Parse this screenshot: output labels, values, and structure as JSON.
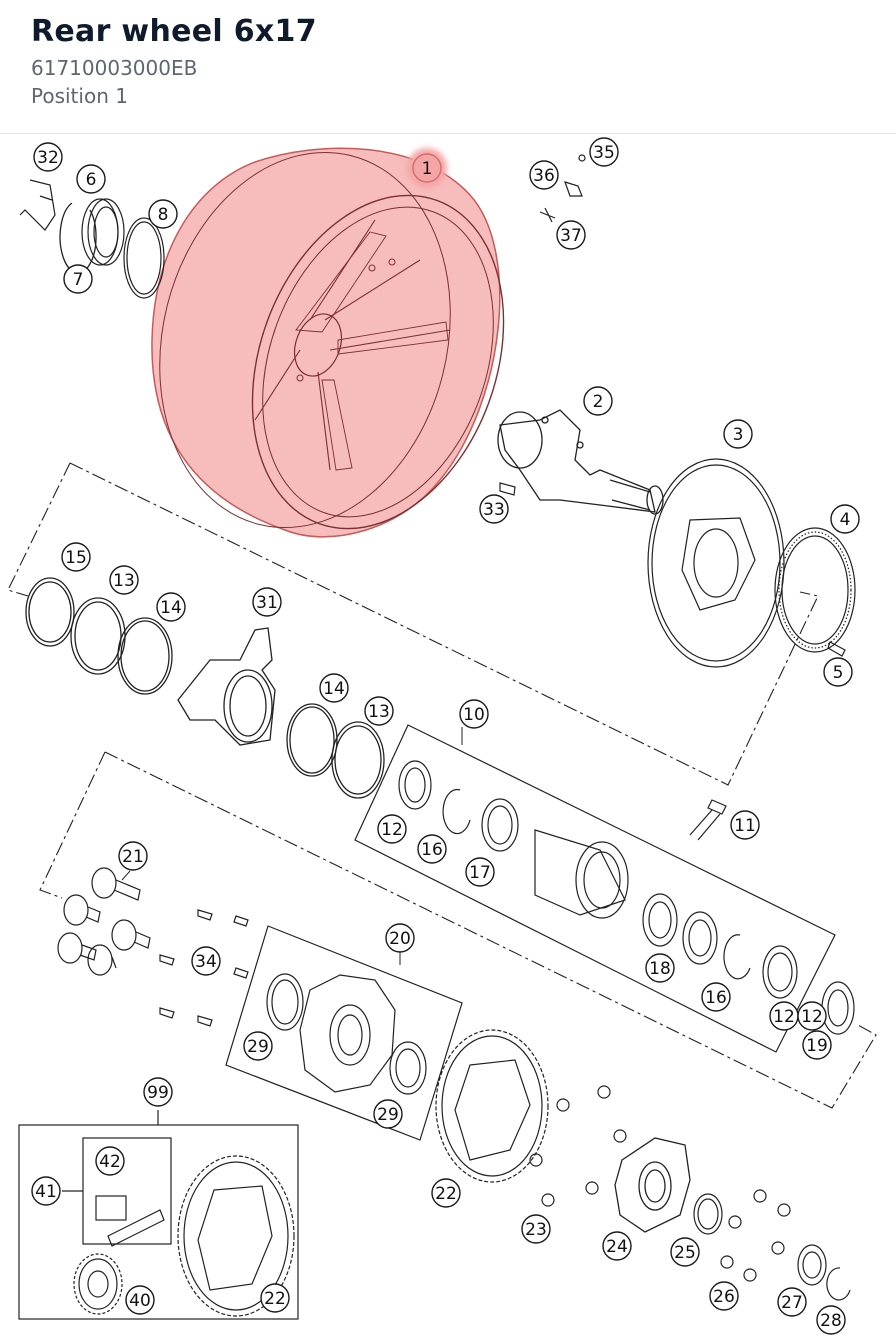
{
  "header": {
    "title": "Rear wheel 6x17",
    "part_number": "61710003000EB",
    "position": "Position 1"
  },
  "colors": {
    "highlight_fill": "#f4a6a6",
    "highlight_stroke": "#d86a6a",
    "line": "#1a1a1a"
  },
  "callouts": [
    "1",
    "2",
    "3",
    "4",
    "5",
    "6",
    "7",
    "8",
    "10",
    "11",
    "12",
    "12",
    "12",
    "13",
    "13",
    "14",
    "14",
    "15",
    "16",
    "16",
    "17",
    "18",
    "19",
    "20",
    "21",
    "22",
    "22",
    "23",
    "24",
    "25",
    "26",
    "27",
    "28",
    "29",
    "29",
    "31",
    "32",
    "33",
    "34",
    "35",
    "36",
    "37",
    "40",
    "41",
    "42",
    "99"
  ],
  "selected_callout": "1"
}
